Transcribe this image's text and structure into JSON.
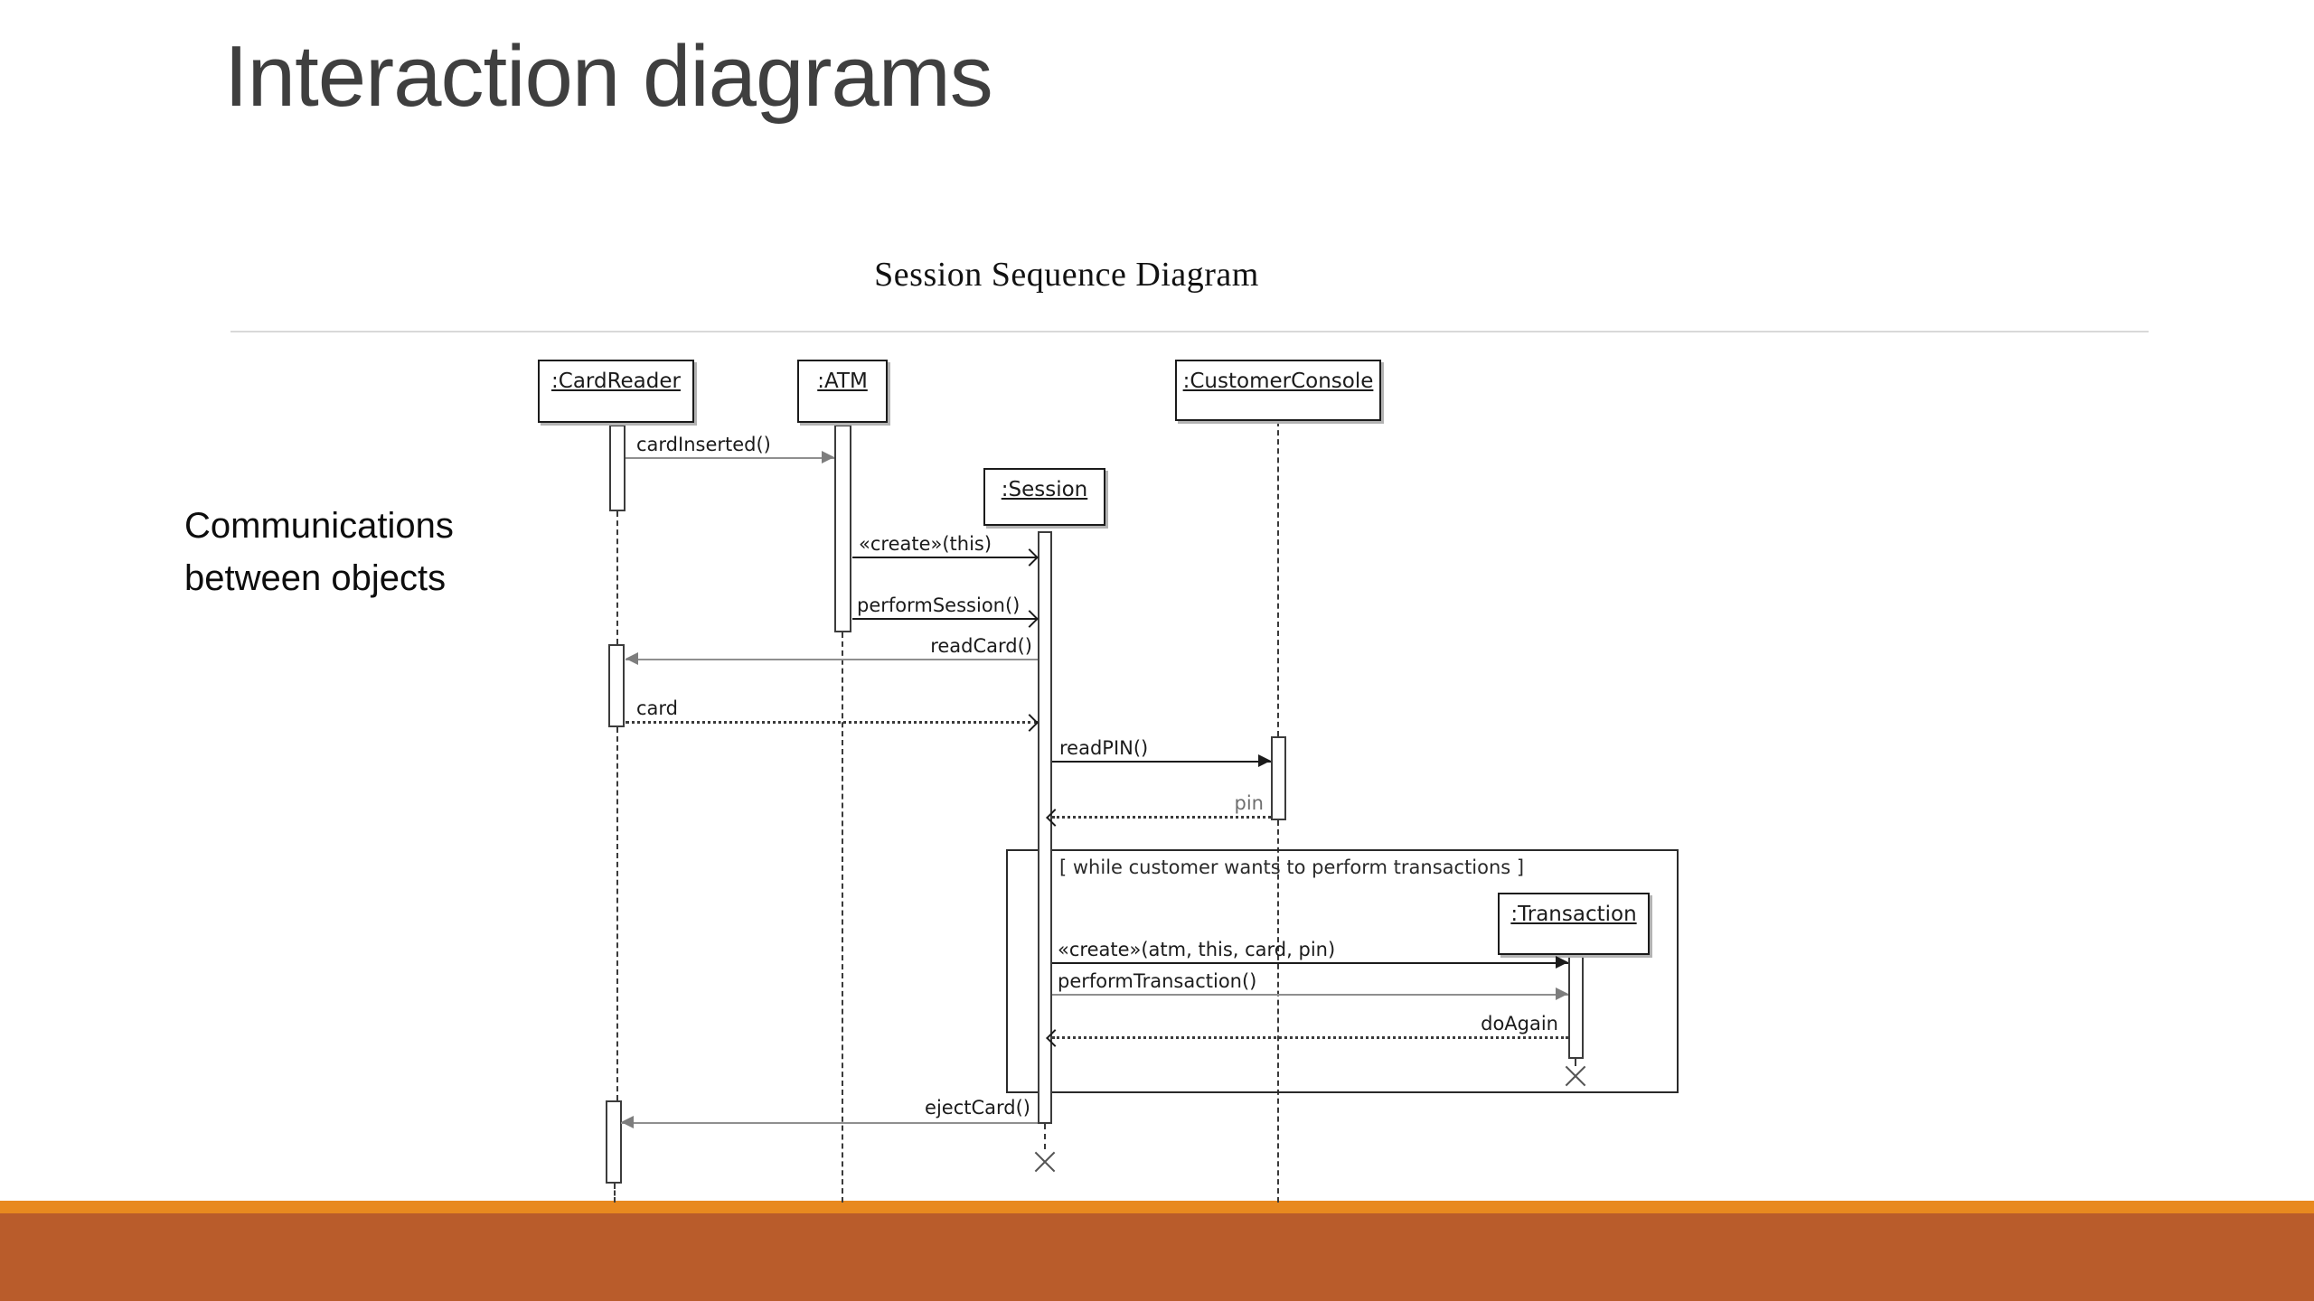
{
  "slide": {
    "title": "Interaction diagrams",
    "side_note": {
      "line1": "Communications",
      "line2": "between objects"
    },
    "colors": {
      "accent-bar-top": "#E8891F",
      "accent-bar-bottom": "#B95C2B",
      "title-text": "#3F3F3F",
      "divider": "#D9D9D9"
    }
  },
  "diagram": {
    "title": "Session Sequence Diagram",
    "lifelines": [
      {
        "id": "cardreader",
        "label": ":CardReader"
      },
      {
        "id": "atm",
        "label": ":ATM"
      },
      {
        "id": "session",
        "label": ":Session"
      },
      {
        "id": "customerconsole",
        "label": ":CustomerConsole"
      },
      {
        "id": "transaction",
        "label": ":Transaction"
      }
    ],
    "messages": [
      {
        "label": "cardInserted()",
        "from": "cardreader",
        "to": "atm",
        "kind": "call"
      },
      {
        "label": "«create»(this)",
        "from": "atm",
        "to": "session",
        "kind": "create"
      },
      {
        "label": "performSession()",
        "from": "atm",
        "to": "session",
        "kind": "call"
      },
      {
        "label": "readCard()",
        "from": "session",
        "to": "cardreader",
        "kind": "call"
      },
      {
        "label": "card",
        "from": "cardreader",
        "to": "session",
        "kind": "return"
      },
      {
        "label": "readPIN()",
        "from": "session",
        "to": "customerconsole",
        "kind": "call"
      },
      {
        "label": "pin",
        "from": "customerconsole",
        "to": "session",
        "kind": "return"
      },
      {
        "label": "«create»(atm, this, card, pin)",
        "from": "session",
        "to": "transaction",
        "kind": "create"
      },
      {
        "label": "performTransaction()",
        "from": "session",
        "to": "transaction",
        "kind": "call"
      },
      {
        "label": "doAgain",
        "from": "transaction",
        "to": "session",
        "kind": "return"
      },
      {
        "label": "ejectCard()",
        "from": "session",
        "to": "cardreader",
        "kind": "call"
      }
    ],
    "loop_condition": "[ while customer wants to perform transactions ]"
  }
}
